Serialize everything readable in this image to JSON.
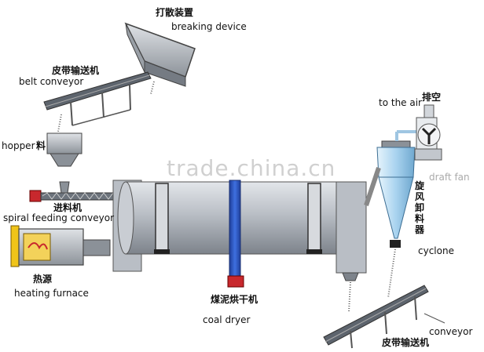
{
  "labels": {
    "breaking_device_zh": "打散装置",
    "breaking_device_en": "breaking device",
    "belt_conveyor_top_zh": "皮带输送机",
    "belt_conveyor_top_en": "belt conveyor",
    "hopper_en": "hopper",
    "hopper_zh": "料",
    "spiral_feeding_zh": "进料机",
    "spiral_feeding_en": "spiral feeding conveyor",
    "heating_furnace_zh": "热源",
    "heating_furnace_en": "heating furnace",
    "coal_dryer_zh": "煤泥烘干机",
    "coal_dryer_en": "coal dryer",
    "to_the_air_en": "to the air",
    "to_the_air_zh": "排空",
    "cyclone_zh": "旋风卸料器",
    "cyclone_en": "cyclone",
    "conveyor_bottom_zh": "皮带输送机",
    "conveyor_bottom_en": "conveyor",
    "draft_fan_partial": "draft fan"
  },
  "watermark": "trade.china.cn",
  "colors": {
    "drum": "#b9bec5",
    "drum_dark": "#8a9098",
    "steel": "#4d5560",
    "accent_blue": "#2e58c8",
    "cyclone_blue": "#a9d3ef",
    "furnace_yellow": "#f0c419",
    "motor_red": "#c8282d"
  }
}
